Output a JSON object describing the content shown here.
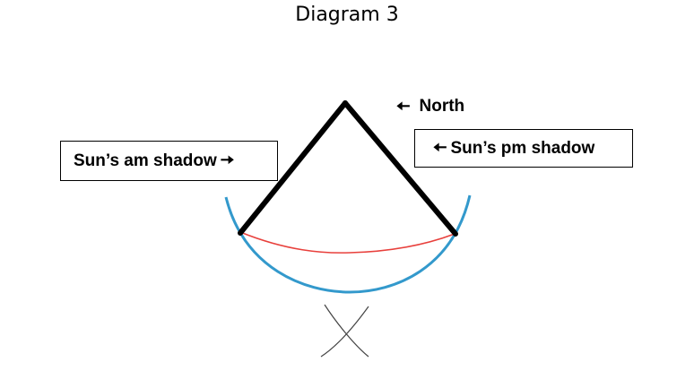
{
  "title": "Diagram 3",
  "labels": {
    "north": "North",
    "am_shadow": "Sun’s am shadow",
    "pm_shadow": "Sun’s pm shadow"
  },
  "icons": {
    "north_arrow": "left-arrow-icon",
    "am_arrow": "right-arrow-icon",
    "pm_arrow": "left-arrow-icon"
  },
  "colors": {
    "arc": "#3399cc",
    "shadow_curve": "#e8403c",
    "gnomon_lines": "#000000",
    "crossing_lines": "#444444"
  }
}
